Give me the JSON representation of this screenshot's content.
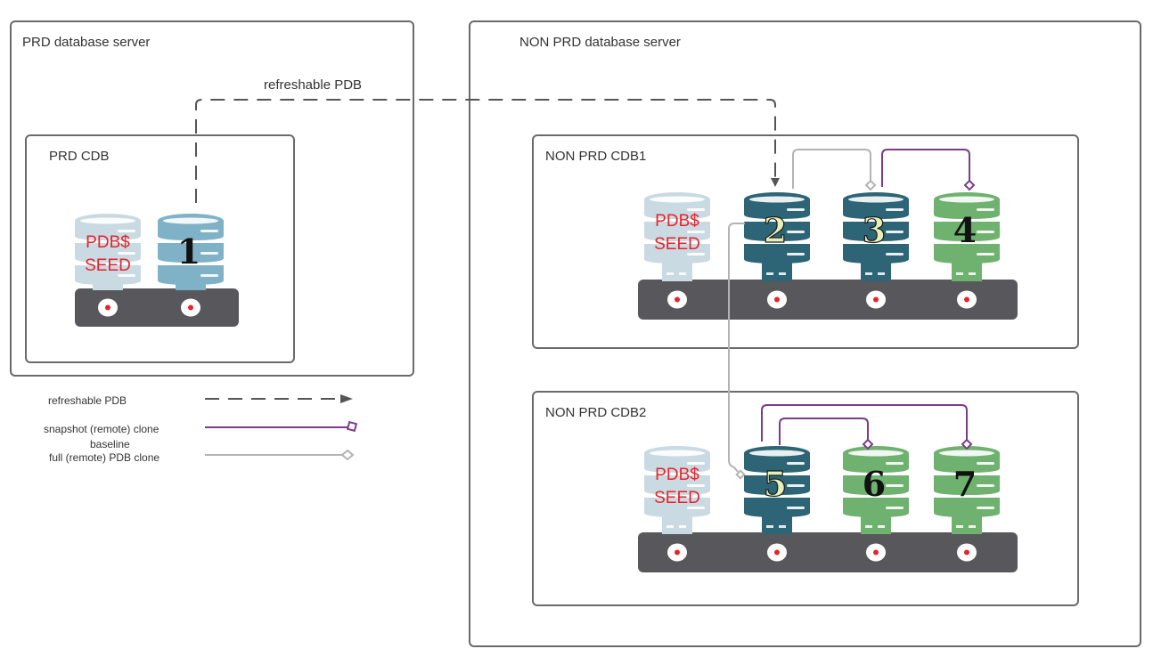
{
  "colors": {
    "border": "#6a6a6a",
    "rack": "#58585c",
    "rack_dot": "#e8232a",
    "seed_db": "#c9dae3",
    "prd_db": "#7fb2c6",
    "teal_db": "#2d6577",
    "green_db": "#6fb26f",
    "refresh_line": "#555555",
    "snapshot_line": "#7b3c8a",
    "full_clone_line": "#b3b3b3",
    "seed_text": "#e8232a",
    "num_light": "#e4f0b8",
    "num_dark": "#111111"
  },
  "servers": [
    {
      "id": "prd",
      "label": "PRD database server",
      "cdbs": [
        {
          "id": "prd-cdb",
          "label": "PRD CDB",
          "databases": [
            {
              "kind": "seed",
              "text_line1": "PDB$",
              "text_line2": "SEED"
            },
            {
              "kind": "prd",
              "number": "1"
            }
          ]
        }
      ]
    },
    {
      "id": "non-prd",
      "label": "NON PRD database server",
      "cdbs": [
        {
          "id": "non-prd-cdb1",
          "label": "NON PRD CDB1",
          "databases": [
            {
              "kind": "seed",
              "text_line1": "PDB$",
              "text_line2": "SEED"
            },
            {
              "kind": "teal",
              "number": "2"
            },
            {
              "kind": "teal",
              "number": "3"
            },
            {
              "kind": "green",
              "number": "4"
            }
          ]
        },
        {
          "id": "non-prd-cdb2",
          "label": "NON PRD CDB2",
          "databases": [
            {
              "kind": "seed",
              "text_line1": "PDB$",
              "text_line2": "SEED"
            },
            {
              "kind": "teal",
              "number": "5"
            },
            {
              "kind": "green",
              "number": "6"
            },
            {
              "kind": "green",
              "number": "7"
            }
          ]
        }
      ]
    }
  ],
  "connection_label": "refreshable PDB",
  "connections": [
    {
      "type": "refreshable",
      "from": "1",
      "to": "2"
    },
    {
      "type": "full_clone",
      "from": "2",
      "to": "3"
    },
    {
      "type": "snapshot",
      "from": "3",
      "to": "4"
    },
    {
      "type": "full_clone",
      "from": "2",
      "to": "5"
    },
    {
      "type": "snapshot",
      "from": "5",
      "to": "6"
    },
    {
      "type": "snapshot",
      "from": "5",
      "to": "7"
    }
  ],
  "legend": [
    {
      "type": "refreshable",
      "label": "refreshable PDB"
    },
    {
      "type": "snapshot",
      "label": "snapshot (remote) clone"
    },
    {
      "type": "full_clone",
      "label": "baseline\nfull (remote) PDB clone",
      "label_line1": "baseline",
      "label_line2": "full (remote) PDB clone"
    }
  ]
}
